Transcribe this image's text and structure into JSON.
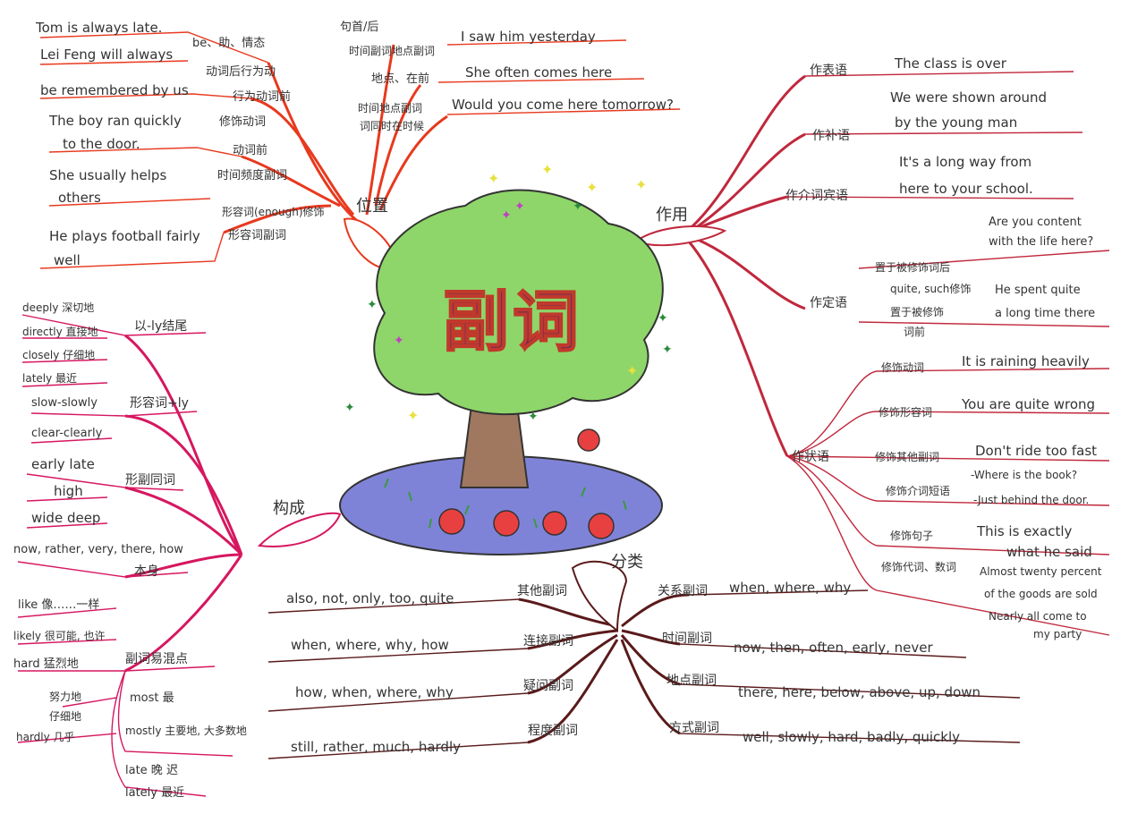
{
  "title": "副词",
  "branches": {
    "position": {
      "label": "位置",
      "groups": [
        {
          "rule": "be、助、情态",
          "rule2": "动词后行为动",
          "examples": [
            "Tom is always late.",
            "Lei Feng will always",
            "be remembered by us"
          ]
        },
        {
          "rule": "行为动词前",
          "rule2": "修饰动词",
          "examples": [
            "The boy ran quickly",
            "to the door."
          ]
        },
        {
          "rule": "动词前",
          "rule2": "时间频度副词",
          "examples": [
            "She usually helps",
            "others"
          ]
        },
        {
          "rule": "形容词(enough)修饰",
          "rule2": "形容词副词",
          "examples": [
            "He plays football fairly",
            "well"
          ]
        },
        {
          "rule": "句首/后",
          "rule2": "时间副词地点副词",
          "examples": [
            "I saw him yesterday"
          ]
        },
        {
          "rule": "地点、在前",
          "rule2": "",
          "examples": [
            "She often comes here"
          ]
        },
        {
          "rule": "时间地点副词",
          "rule2": "词同时在时候",
          "examples": [
            "Would you come here tomorrow?"
          ]
        }
      ]
    },
    "function": {
      "label": "作用",
      "items": [
        {
          "role": "作表语",
          "examples": [
            "The class is over"
          ]
        },
        {
          "role": "作补语",
          "examples": [
            "We were shown around",
            "by the young man"
          ]
        },
        {
          "role": "作介词宾语",
          "examples": [
            "It's a long way from",
            "here to your school."
          ]
        },
        {
          "role": "作定语",
          "notes": [
            "置于被修饰词后",
            "quite, such修饰",
            "置于被修饰",
            "词前"
          ],
          "examples": [
            "Are you content",
            "with the life here?",
            "He spent quite",
            "a long time there"
          ]
        },
        {
          "role": "作状语",
          "notes": [
            "修饰动词",
            "修饰形容词",
            "修饰其他副词",
            "修饰介词短语",
            "修饰句子",
            "修饰代词、数词"
          ],
          "examples": [
            "It is raining heavily",
            "You are quite wrong",
            "Don't ride too fast",
            "-Where is the book?",
            "-Just behind the door.",
            "This is exactly",
            "what he said",
            "Almost twenty percent",
            "of the goods are sold",
            "Nearly all come to",
            "my party"
          ]
        }
      ]
    },
    "formation": {
      "label": "构成",
      "items": [
        {
          "rule": "以-ly结尾",
          "examples": [
            "deeply 深切地",
            "directly 直接地",
            "closely 仔细地",
            "lately 最近"
          ]
        },
        {
          "rule": "形容词+ly",
          "examples": [
            "slow-slowly",
            "clear-clearly"
          ]
        },
        {
          "rule": "形副同词",
          "examples": [
            "early late",
            "high",
            "wide deep"
          ]
        },
        {
          "rule": "本身",
          "examples": [
            "now, rather, very, there, how"
          ]
        },
        {
          "rule": "副词易混点",
          "examples": [
            "like 像……一样",
            "likely 很可能, 也许",
            "hard 猛烈地",
            "努力地",
            "仔细地",
            "hardly 几乎",
            "most 最",
            "mostly 主要地, 大多数地",
            "late 晚 迟",
            "lately 最近"
          ]
        }
      ]
    },
    "category": {
      "label": "分类",
      "items": [
        {
          "type": "其他副词",
          "examples": "also, not, only, too, quite"
        },
        {
          "type": "连接副词",
          "examples": "when, where, why, how"
        },
        {
          "type": "疑问副词",
          "examples": "how, when, where, why"
        },
        {
          "type": "程度副词",
          "examples": "still, rather, much, hardly"
        },
        {
          "type": "关系副词",
          "examples": "when, where, why"
        },
        {
          "type": "时间副词",
          "examples": "now, then, often, early, never"
        },
        {
          "type": "地点副词",
          "examples": "there, here, below, above, up, down"
        },
        {
          "type": "方式副词",
          "examples": "well, slowly, hard, badly, quickly"
        }
      ]
    }
  },
  "colors": {
    "position": "#e8391e",
    "function": "#c0283c",
    "formation": "#d6175f",
    "category": "#5a1a1a",
    "tree": "#8ed66a",
    "pond": "#7f83d8"
  }
}
